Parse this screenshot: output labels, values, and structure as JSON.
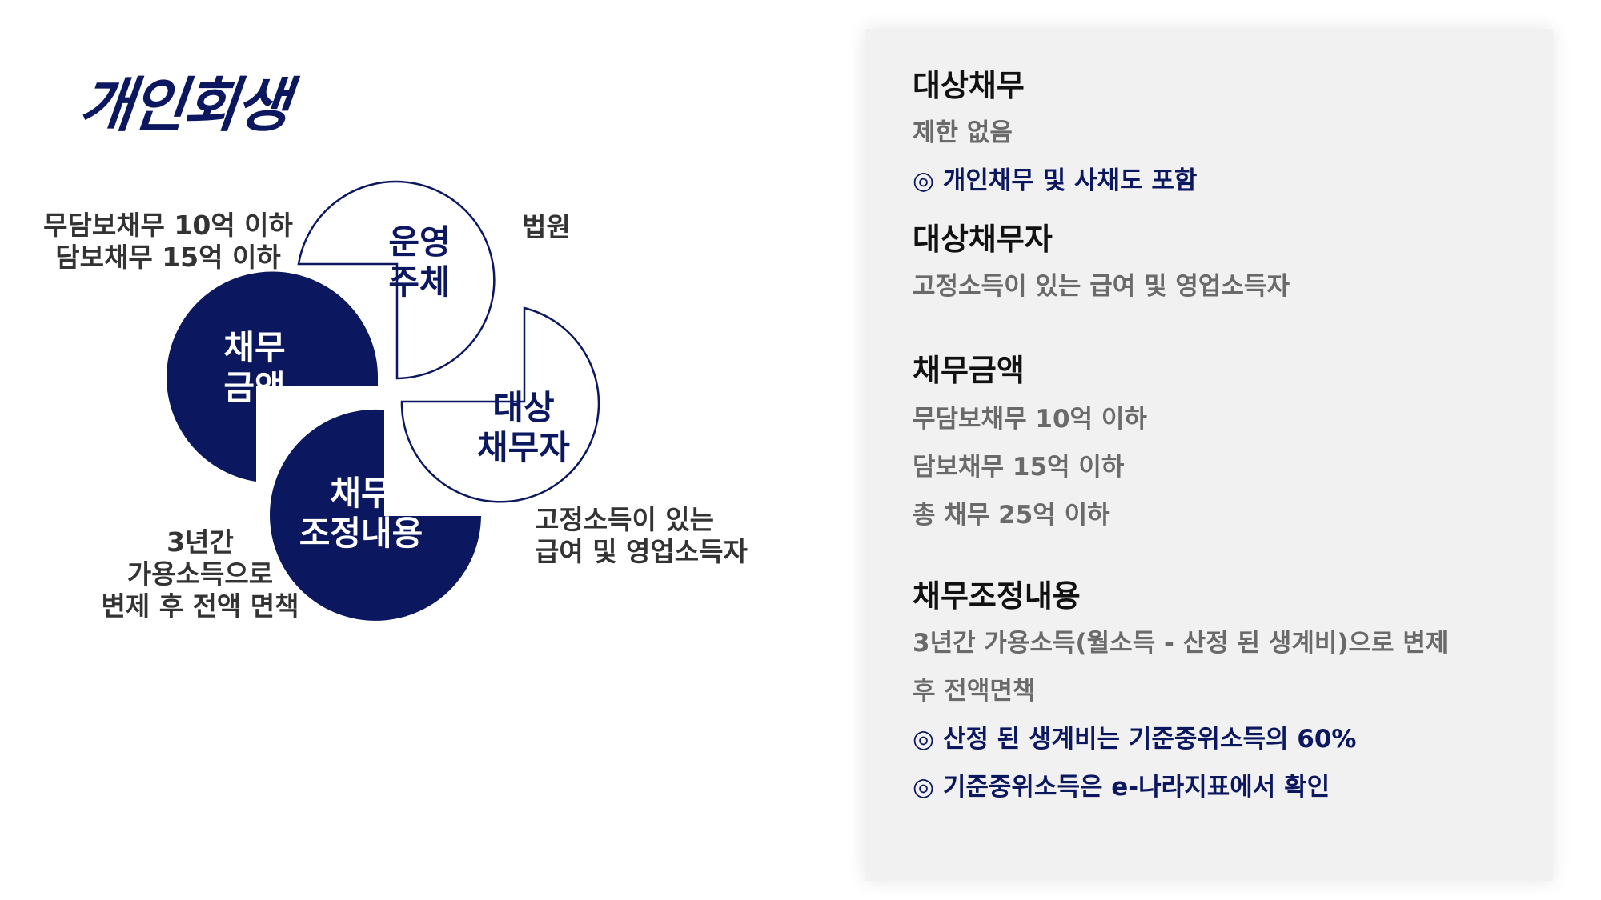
{
  "title": "개인회생",
  "diagram": {
    "petals": [
      {
        "id": "operator",
        "lines": [
          "운영",
          "주체"
        ],
        "style": "outline"
      },
      {
        "id": "debt-amount",
        "lines": [
          "채무",
          "금액"
        ],
        "style": "filled"
      },
      {
        "id": "target-debtor",
        "lines": [
          "대상",
          "채무자"
        ],
        "style": "outline"
      },
      {
        "id": "adjustment",
        "lines": [
          "채무",
          "조정내용"
        ],
        "style": "filled"
      }
    ],
    "labels": {
      "debt_limit_1": "무담보채무 10억 이하",
      "debt_limit_2": "담보채무 15억 이하",
      "court": "법원",
      "debtor_1": "고정소득이 있는",
      "debtor_2": "급여 및 영업소득자",
      "adjust_1": "3년간",
      "adjust_2": "가용소득으로",
      "adjust_3": "변제 후 전액 면책"
    }
  },
  "panel": {
    "sections": [
      {
        "title": "대상채무",
        "lines": [
          {
            "text": "제한 없음",
            "kind": "body"
          },
          {
            "text": "◎ 개인채무 및 사채도 포함",
            "kind": "note"
          }
        ]
      },
      {
        "title": "대상채무자",
        "lines": [
          {
            "text": "고정소득이 있는 급여 및 영업소득자",
            "kind": "body"
          }
        ]
      },
      {
        "title": "채무금액",
        "lines": [
          {
            "text": "무담보채무 10억 이하",
            "kind": "body"
          },
          {
            "text": "담보채무 15억 이하",
            "kind": "body"
          },
          {
            "text": "총 채무 25억 이하",
            "kind": "body"
          }
        ]
      },
      {
        "title": "채무조정내용",
        "lines": [
          {
            "text": "3년간 가용소득(월소득 - 산정 된 생계비)으로 변제",
            "kind": "body"
          },
          {
            "text": "후 전액면책",
            "kind": "body"
          },
          {
            "text": "◎ 산정 된 생계비는 기준중위소득의 60%",
            "kind": "note"
          },
          {
            "text": "◎ 기준중위소득은 e-나라지표에서 확인",
            "kind": "note"
          }
        ]
      }
    ]
  },
  "colors": {
    "navy": "#0b175f",
    "panel_bg": "#f1f1f1",
    "body_text": "#6a6a6a"
  }
}
